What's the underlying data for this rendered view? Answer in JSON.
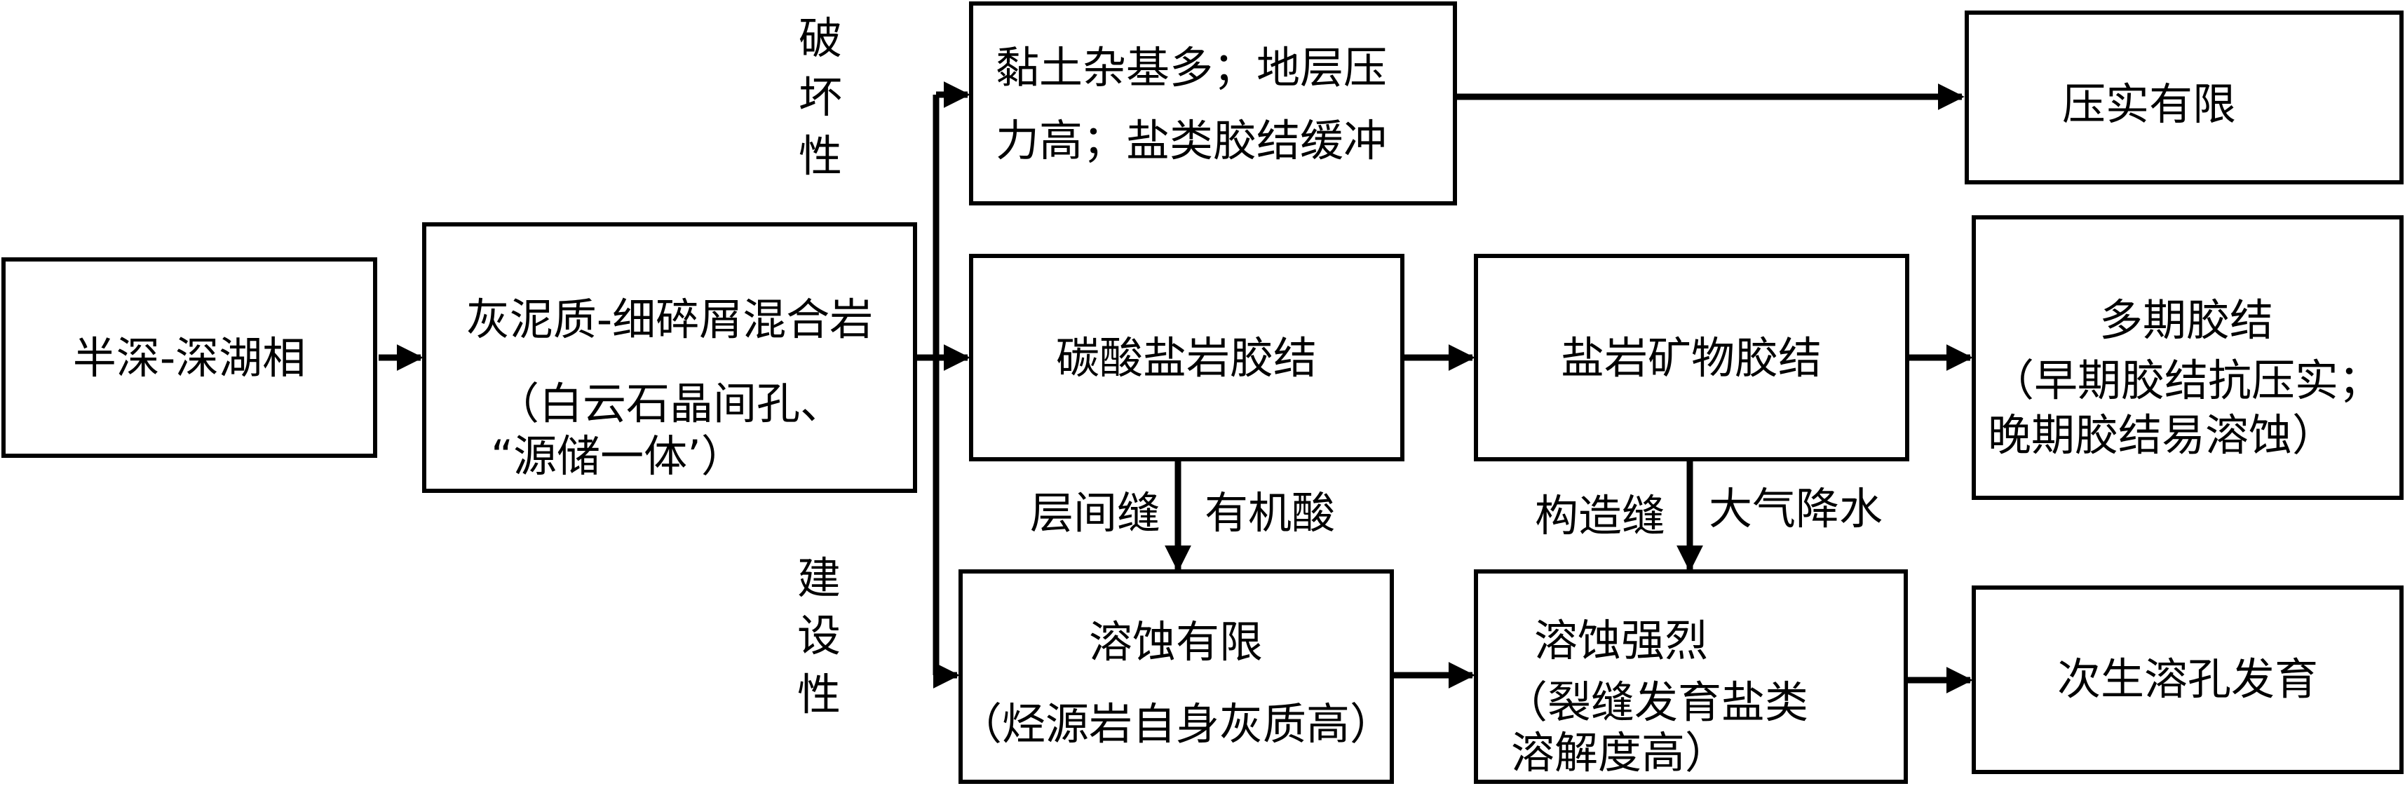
{
  "nodes": {
    "semi_deep_lake": {
      "lines": [
        "半深-深湖相"
      ]
    },
    "mixed_rock": {
      "lines": [
        "灰泥质-细碎屑混合岩",
        "（白云石晶间孔、",
        "“源储一体’）"
      ]
    },
    "clay_pressure": {
      "lines": [
        "黏土杂基多；地层压",
        "力高；盐类胶结缓冲"
      ]
    },
    "limited_compaction": {
      "lines": [
        "压实有限"
      ]
    },
    "carbonate_cement": {
      "lines": [
        "碳酸盐岩胶结"
      ]
    },
    "salt_mineral_cement": {
      "lines": [
        "盐岩矿物胶结"
      ]
    },
    "multi_stage_cement": {
      "lines": [
        "多期胶结",
        "（早期胶结抗压实；",
        "晚期胶结易溶蚀）"
      ]
    },
    "limited_dissolution": {
      "lines": [
        "溶蚀有限",
        "（烃源岩自身灰质高）"
      ]
    },
    "strong_dissolution": {
      "lines": [
        "溶蚀强烈",
        "（裂缝发育盐类",
        "溶解度高）"
      ]
    },
    "secondary_pores": {
      "lines": [
        "次生溶孔发育"
      ]
    }
  },
  "branch_labels": {
    "destructive": [
      "破",
      "坏",
      "性"
    ],
    "constructive": [
      "建",
      "设",
      "性"
    ]
  },
  "edge_labels": {
    "interlayer_fracture": "层间缝",
    "organic_acid": "有机酸",
    "structural_fracture": "构造缝",
    "meteoric_water": "大气降水"
  }
}
